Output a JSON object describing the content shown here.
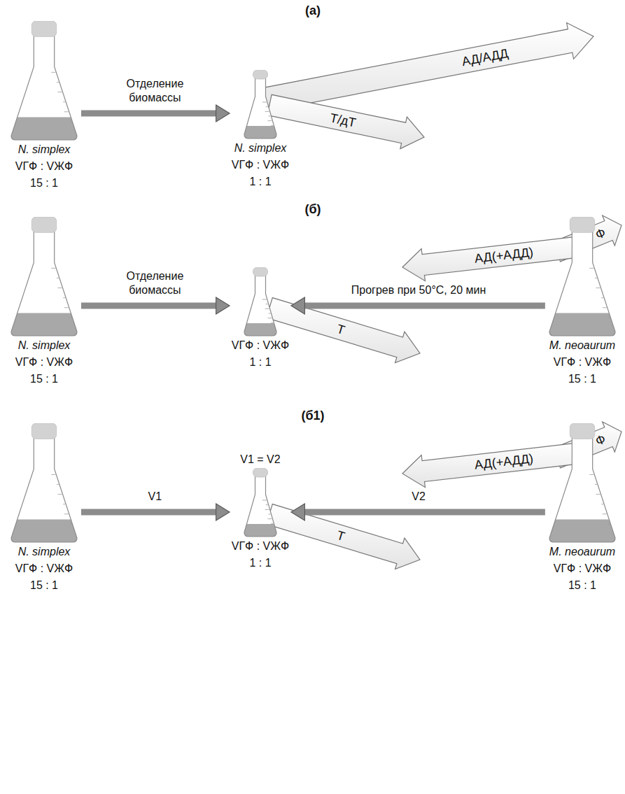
{
  "diagram": {
    "nodes": [
      {
        "text": [
          "N. simplex",
          "VГФ : VЖФ",
          "15 : 1"
        ]
      },
      {
        "text": [
          "N. simplex",
          "VГФ : VЖФ",
          "1 : 1"
        ]
      },
      {
        "text": [
          "N. simplex",
          "VГФ : VЖФ",
          "15 : 1"
        ]
      },
      {
        "text": [
          "VГФ : VЖФ",
          "1 : 1"
        ]
      },
      {
        "text": [
          "M. neoaurum",
          "VГФ : VЖФ",
          "15 : 1"
        ]
      },
      {
        "text": [
          "N. simplex",
          "VГФ : VЖФ",
          "15 : 1"
        ]
      },
      {
        "text": [
          "V1 = V2",
          "VГФ : VЖФ",
          "1 : 1"
        ]
      },
      {
        "text": [
          "M. neoaurum",
          "VГФ : VЖФ",
          "15 : 1"
        ]
      }
    ],
    "edges": [
      {
        "from": 0,
        "to": 1,
        "label": "Отделение биомассы",
        "arrow": "to"
      },
      {
        "from": 2,
        "to": 3,
        "label": "Отделение биомассы",
        "arrow": "to"
      },
      {
        "from": 4,
        "to": 3,
        "label": "Прогрев при 50°C, 20 мин",
        "arrow": "to"
      },
      {
        "from": 5,
        "to": 6,
        "label": "V1",
        "arrow": "to"
      },
      {
        "from": 7,
        "to": 6,
        "label": "V2",
        "arrow": "to"
      }
    ],
    "labels": [
      "(а)",
      "АД/АДД",
      "Т/дТ",
      "(б)",
      "Ф",
      "АД(+АДД)",
      "Т",
      "(б1)",
      "Ф",
      "АД(+АДД)",
      "Т"
    ]
  }
}
